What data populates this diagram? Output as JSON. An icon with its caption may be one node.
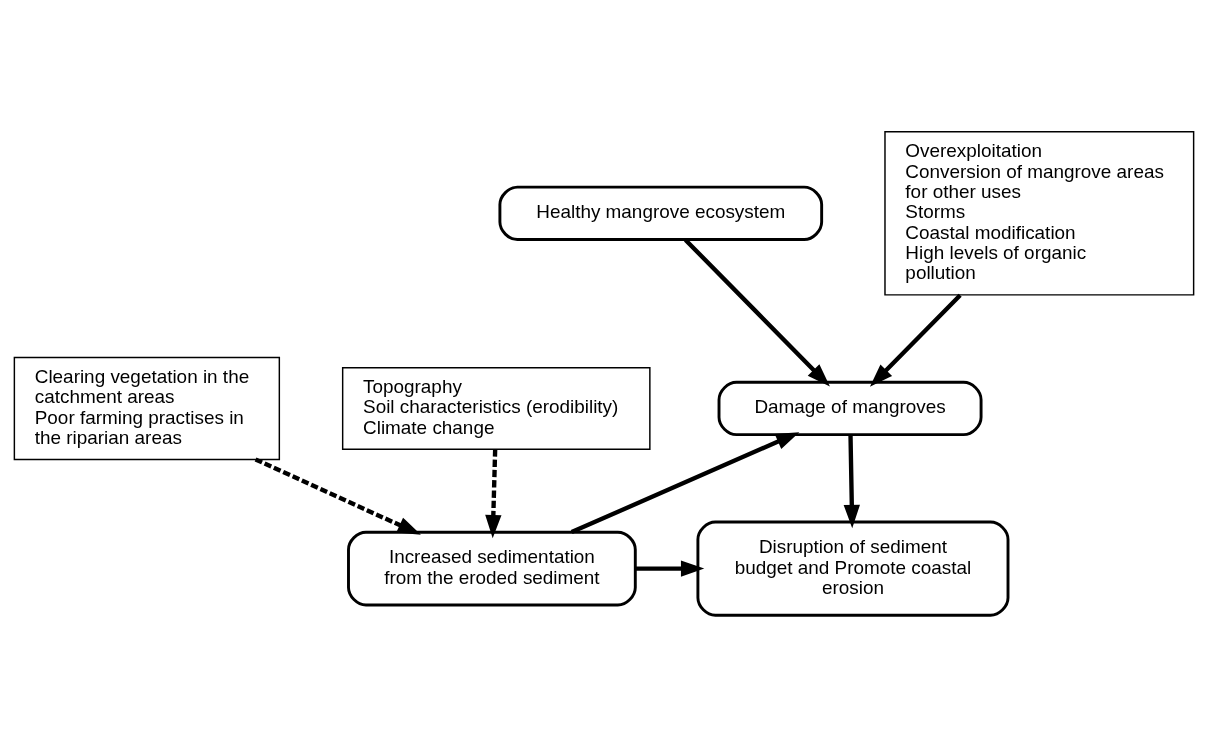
{
  "diagram": {
    "nodes": [
      {
        "text": [
          "Healthy mangrove ecosystem"
        ]
      },
      {
        "text": [
          "Overexploitation",
          "Conversion of mangrove areas for other uses",
          "Storms",
          "Coastal modification",
          "High levels of organic pollution"
        ]
      },
      {
        "text": [
          "Damage of mangroves"
        ]
      },
      {
        "text": [
          "Clearing vegetation in the catchment areas",
          "Poor farming practises in the riparian areas"
        ]
      },
      {
        "text": [
          "Increased sedimentation from the eroded sediment"
        ]
      },
      {
        "text": [
          "Disruption of sediment budget and Promote coastal erosion"
        ]
      },
      {
        "text": [
          "Topography",
          "Soil characteristics (erodibility)",
          "Climate change"
        ]
      }
    ],
    "edges": [
      {
        "from": 0,
        "to": 2,
        "arrow": "to"
      },
      {
        "from": 1,
        "to": 2,
        "arrow": "to"
      },
      {
        "from": 2,
        "to": 5,
        "arrow": "to"
      },
      {
        "from": 4,
        "to": 2,
        "arrow": "to"
      },
      {
        "from": 4,
        "to": 5,
        "arrow": "to"
      },
      {
        "from": 3,
        "to": 4,
        "arrow": "to",
        "style": "dashed"
      },
      {
        "from": 6,
        "to": 4,
        "arrow": "to",
        "style": "dashed"
      }
    ]
  }
}
